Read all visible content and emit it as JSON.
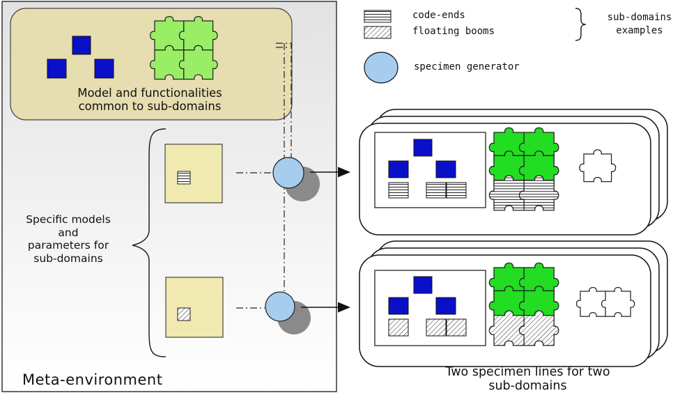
{
  "meta_environment": {
    "label": "Meta-environment",
    "common_box_caption_line1": "Model and functionalities",
    "common_box_caption_line2": "common to sub-domains",
    "specific_caption_line1": "Specific models",
    "specific_caption_line2": "and",
    "specific_caption_line3": "parameters for",
    "specific_caption_line4": "sub-domains"
  },
  "legend": {
    "code_ends": "code-ends",
    "floating_booms": "floating booms",
    "group_line1": "sub-domains",
    "group_line2": "examples",
    "specimen_generator": "specimen generator"
  },
  "output_caption_line1": "Two specimen lines for two",
  "output_caption_line2": "sub-domains",
  "colors": {
    "panel_bg_top": "#e8e8e8",
    "panel_bg_bottom": "#ffffff",
    "common_box": "#e6ddb0",
    "specific_box": "#f0e9b0",
    "model_square": "#0a10c8",
    "puzzle_light": "#99ee66",
    "puzzle_bright": "#22dd22",
    "generator": "#a6cdee",
    "shadow": "#8a8a8a"
  }
}
